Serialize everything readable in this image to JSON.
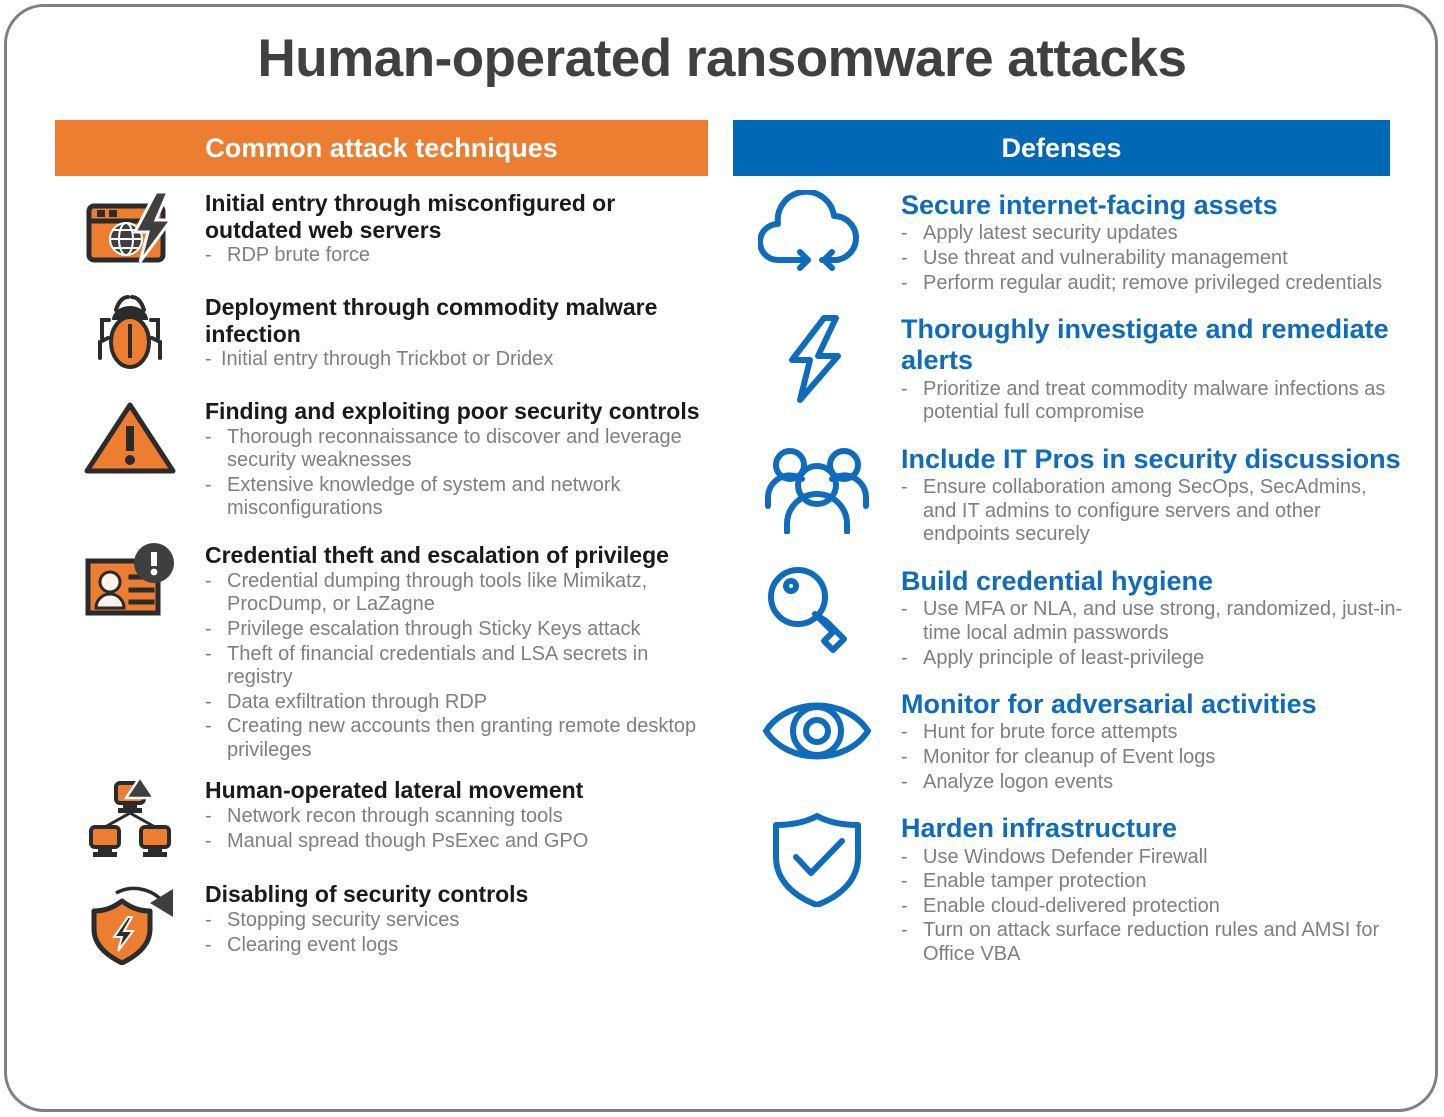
{
  "title": "Human-operated ransomware attacks",
  "colors": {
    "attack_accent": "#ED7D31",
    "defense_accent": "#0068B5",
    "defense_heading": "#0F6CBD",
    "bullet_text": "#7F7F7F",
    "title_text": "#404040",
    "frame_border": "#808080"
  },
  "columns": {
    "attacks": {
      "header": "Common attack techniques",
      "items": [
        {
          "icon": "web-server-lightning-icon",
          "heading": "Initial entry through misconfigured or outdated web servers",
          "bullets": [
            "RDP brute force"
          ]
        },
        {
          "icon": "bug-icon",
          "heading": "Deployment through commodity malware infection",
          "bullets": [
            "Initial entry through Trickbot or Dridex"
          ]
        },
        {
          "icon": "warning-triangle-icon",
          "heading": "Finding and exploiting poor security controls",
          "bullets": [
            "Thorough reconnaissance to discover and leverage security weaknesses",
            "Extensive knowledge of system and network misconfigurations"
          ]
        },
        {
          "icon": "id-badge-alert-icon",
          "heading": "Credential theft and escalation of privilege",
          "bullets": [
            "Credential dumping through tools like Mimikatz, ProcDump, or LaZagne",
            "Privilege escalation through Sticky Keys attack",
            "Theft of financial credentials and LSA secrets in registry",
            "Data exfiltration through RDP",
            "Creating new accounts then granting remote desktop privileges"
          ]
        },
        {
          "icon": "network-devices-warning-icon",
          "heading": "Human-operated lateral movement",
          "bullets": [
            "Network recon through scanning tools",
            "Manual spread though PsExec and GPO"
          ]
        },
        {
          "icon": "shield-disabled-icon",
          "heading": "Disabling of security controls",
          "bullets": [
            "Stopping security services",
            "Clearing event logs"
          ]
        }
      ]
    },
    "defenses": {
      "header": "Defenses",
      "items": [
        {
          "icon": "cloud-sync-icon",
          "heading": "Secure internet-facing assets",
          "bullets": [
            "Apply latest security updates",
            "Use threat and vulnerability management",
            "Perform regular audit; remove privileged credentials"
          ]
        },
        {
          "icon": "lightning-bolt-icon",
          "heading": "Thoroughly investigate and remediate alerts",
          "bullets": [
            "Prioritize and treat commodity malware infections as potential full compromise"
          ]
        },
        {
          "icon": "people-group-icon",
          "heading": "Include IT Pros in security discussions",
          "bullets": [
            "Ensure collaboration among SecOps, SecAdmins, and IT admins to configure servers and other endpoints securely"
          ]
        },
        {
          "icon": "key-icon",
          "heading": "Build credential hygiene",
          "bullets": [
            "Use MFA or NLA, and use strong, randomized, just-in-time local admin passwords",
            "Apply principle of least-privilege"
          ]
        },
        {
          "icon": "eye-icon",
          "heading": "Monitor for adversarial activities",
          "bullets": [
            "Hunt for brute force attempts",
            "Monitor for cleanup of Event logs",
            "Analyze logon events"
          ]
        },
        {
          "icon": "shield-check-icon",
          "heading": "Harden infrastructure",
          "bullets": [
            "Use Windows Defender Firewall",
            "Enable tamper protection",
            "Enable cloud-delivered protection",
            "Turn on attack surface reduction rules and AMSI for Office VBA"
          ]
        }
      ]
    }
  },
  "bullet_marker": "-"
}
